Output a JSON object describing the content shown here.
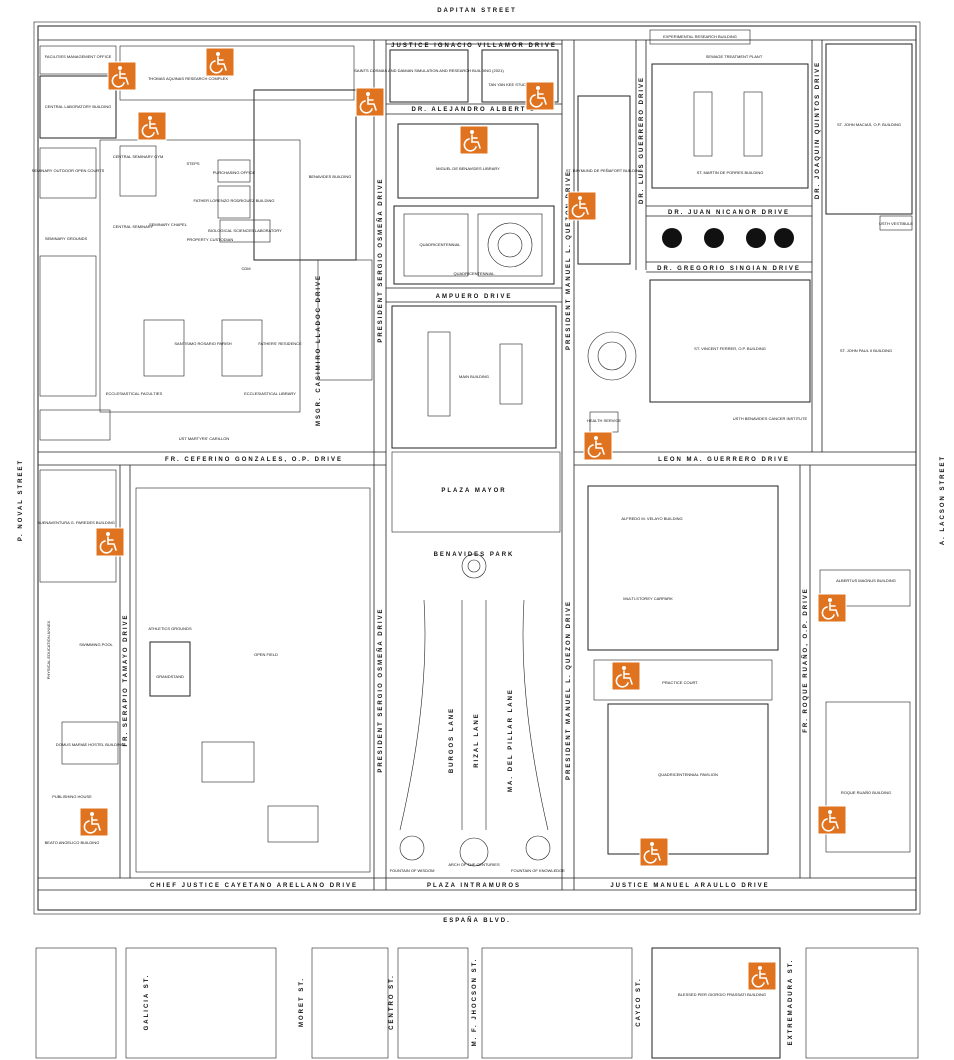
{
  "streets": {
    "top": "DAPITAN STREET",
    "left": "P. NOVAL STREET",
    "right": "A. LACSON STREET",
    "bottom": "ESPAÑA BLVD."
  },
  "drives": {
    "villamor": "JUSTICE IGNACIO VILLAMOR DRIVE",
    "albert": "DR. ALEJANDRO ALBERT D",
    "nicanor": "DR. JUAN NICANOR DRIVE",
    "singian": "DR. GREGORIO SINGIAN DRIVE",
    "ampuero": "AMPUERO DRIVE",
    "gonzales": "FR. CEFERINO GONZALES, O.P. DRIVE",
    "guerrero_ma": "LEON MA. GUERRERO DRIVE",
    "arellano": "CHIEF JUSTICE CAYETANO ARELLANO DRIVE",
    "plaza_intramuros": "PLAZA INTRAMUROS",
    "araullo": "JUSTICE MANUEL ARAULLO DRIVE",
    "osmena": "PRESIDENT SERGIO OSMEÑA DRIVE",
    "quezon": "PRESIDENT MANUEL L. QUEZON DRIVE",
    "lguerrero": "DR. LUIS GUERRERO DRIVE",
    "quintos": "DR. JOAQUIN QUINTOS DRIVE",
    "tamayo": "FR. SERAPIO TAMAYO DRIVE",
    "ruano": "FR. ROQUE RUAÑO, O.P. DRIVE",
    "burgos": "BURGOS LANE",
    "rizal": "RIZAL LANE",
    "pilar": "MA. DEL PILLAR LANE",
    "lladoc": "MSGR. CASIMIRO LLADOC DRIVE"
  },
  "buildings": {
    "facilities": "FACILITIES MANAGEMENT OFFICE",
    "central_lab": "CENTRAL LABORATORY BUILDING",
    "thomas": "THOMAS AQUINAS RESEARCH COMPLEX",
    "benavides": "BENAVIDES BUILDING",
    "santo_cosmas": "SAINTS COSMAS AND DAMIAN SIMULATION AND RESEARCH BUILDING (2021)",
    "tan_yan_kee": "TAN YAN KEE STUDENT CENTER",
    "experimental": "EXPERIMENTAL RESEARCH BUILDING",
    "sewage": "SEWAGE TREATMENT PLANT",
    "st_john_macias": "ST. JOHN MACIAS, O.P. BUILDING",
    "miguel_library": "MIGUEL DE BENAVIDES LIBRARY",
    "st_raymund": "ST. RAYMUND DE PEÑAFORT BUILDING",
    "st_martin": "ST. MARTIN DE PORRES BUILDING",
    "usth_vest": "USTH VESTIBULE",
    "seminary_court": "SEMINARY OUTDOOR OPEN COURTS",
    "central_gym": "CENTRAL SEMINARY GYM",
    "steps": "STEPS",
    "purchasing": "PURCHASING OFFICE",
    "father_lorenzo": "FATHER LORENZO RODRIGUEZ BUILDING",
    "bio_lab": "BIOLOGICAL SCIENCES LABORATORY",
    "central_seminary": "CENTRAL SEMINARY",
    "seminary_chapel": "SEMINARY CHAPEL",
    "property_custodian": "PROPERTY CUSTODIAN",
    "seminary_grounds": "SEMINARY GROUNDS",
    "quadricentennial": "QUADRICENTENNIAL",
    "quadricentennial2": "QUADRICENTENNIAL",
    "cdm": "CDM",
    "ecclesiastical_fac": "ECCLESIASTICAL FACULTIES",
    "santisimo": "SANTISIMO ROSARIO PARISH",
    "fathers_res": "FATHERS' RESIDENCE",
    "eccl_library": "ECCLESIASTICAL LIBRARY",
    "ust_martyrs": "UST MARTYRS' CARILLON",
    "main": "MAIN BUILDING",
    "st_vincent": "ST. VINCENT FERRER, O.P. BUILDING",
    "st_john_paul": "ST. JOHN PAUL II BUILDING",
    "usth_cancer": "USTH BENAVIDES CANCER INSTITUTE",
    "health": "HEALTH SERVICE",
    "buenaventura": "BUENAVENTURA G. PAREDES BUILDING",
    "athletics": "ATHLETICS GROUNDS",
    "open_field": "OPEN FIELD",
    "grandstand": "GRANDSTAND",
    "swimming": "SWIMMING POOL",
    "phys_annex": "PHYSICAL EDUCATION ANNEX",
    "domus": "DOMUS MARIAE HOSTEL BUILDING",
    "publishing": "PUBLISHING HOUSE",
    "beato": "BEATO ANGELICO BUILDING",
    "plaza_mayor": "PLAZA MAYOR",
    "benavides_park": "BENAVIDES PARK",
    "alfredo": "ALFREDO M. VELAYO BUILDING",
    "multistorey": "MULTI-STOREY CARPARK",
    "practice_court": "PRACTICE COURT",
    "albertus": "ALBERTUS MAGNUS BUILDING",
    "quadricentennial_pav": "QUADRICENTENNIAL PAVILION",
    "roque_ruano": "ROQUE RUAÑO BUILDING",
    "fountain_wisdom": "FOUNTAIN OF WISDOM",
    "fountain_knowledge": "FOUNTAIN OF KNOWLEDGE",
    "arch": "ARCH OF THE CENTURIES",
    "blessed_pier": "BLESSED PIER GIORGIO FRASSATI BUILDING"
  },
  "side_streets": [
    "GALICIA ST.",
    "MORET ST.",
    "CENTRO ST.",
    "M. F. JHOCSON ST.",
    "CAYCO ST.",
    "EXTREMADURA ST."
  ],
  "accessibility_marker": {
    "icon": "wheelchair-icon",
    "color": "#e0731f"
  }
}
